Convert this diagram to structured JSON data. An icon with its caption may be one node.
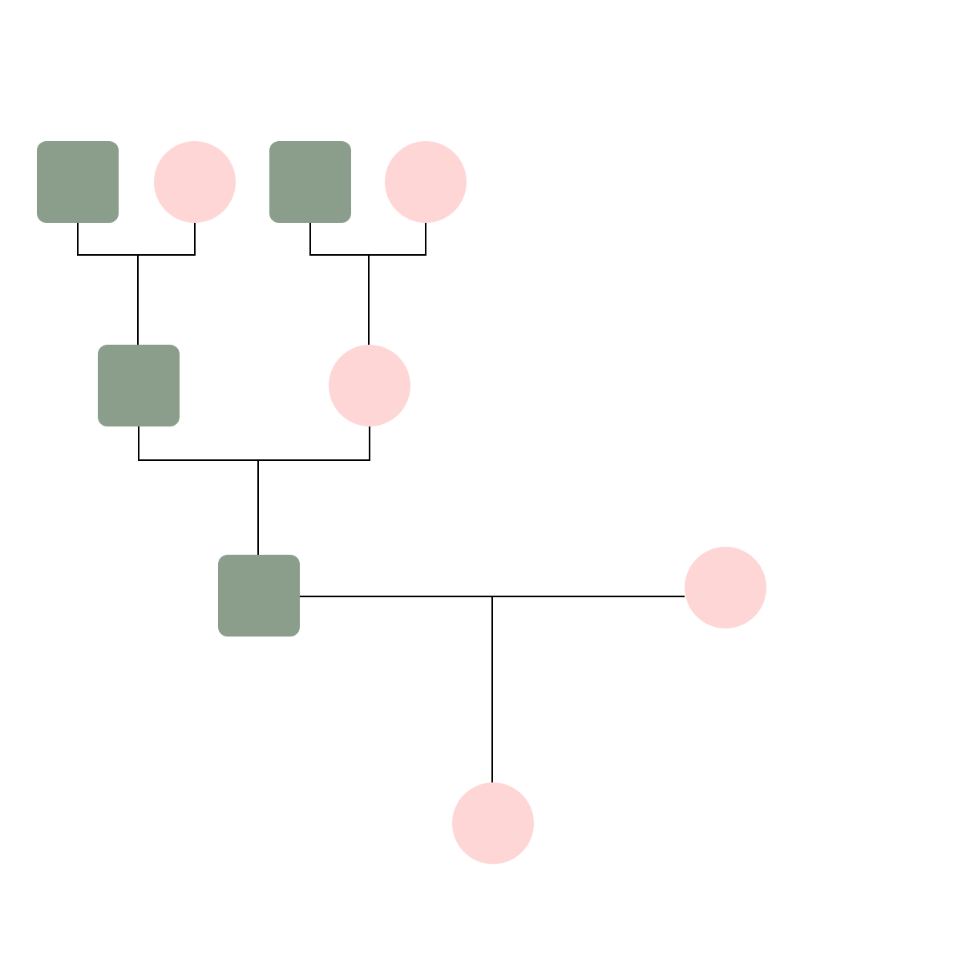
{
  "diagram": {
    "nodes": [
      {
        "text": [],
        "shape": "box"
      },
      {
        "text": [],
        "shape": "circle"
      },
      {
        "text": [],
        "shape": "box"
      },
      {
        "text": [],
        "shape": "circle"
      },
      {
        "text": [],
        "shape": "box"
      },
      {
        "text": [],
        "shape": "circle"
      },
      {
        "text": [],
        "shape": "box"
      },
      {
        "text": [],
        "shape": "circle"
      },
      {
        "text": [],
        "shape": "circle"
      }
    ],
    "edges": [
      {
        "from": 0,
        "to": 4,
        "arrow": "none"
      },
      {
        "from": 1,
        "to": 4,
        "arrow": "none"
      },
      {
        "from": 2,
        "to": 5,
        "arrow": "none"
      },
      {
        "from": 3,
        "to": 5,
        "arrow": "none"
      },
      {
        "from": 4,
        "to": 6,
        "arrow": "none"
      },
      {
        "from": 5,
        "to": 6,
        "arrow": "none"
      },
      {
        "from": 6,
        "to": 8,
        "arrow": "none"
      },
      {
        "from": 7,
        "to": 8,
        "arrow": "none"
      }
    ]
  }
}
